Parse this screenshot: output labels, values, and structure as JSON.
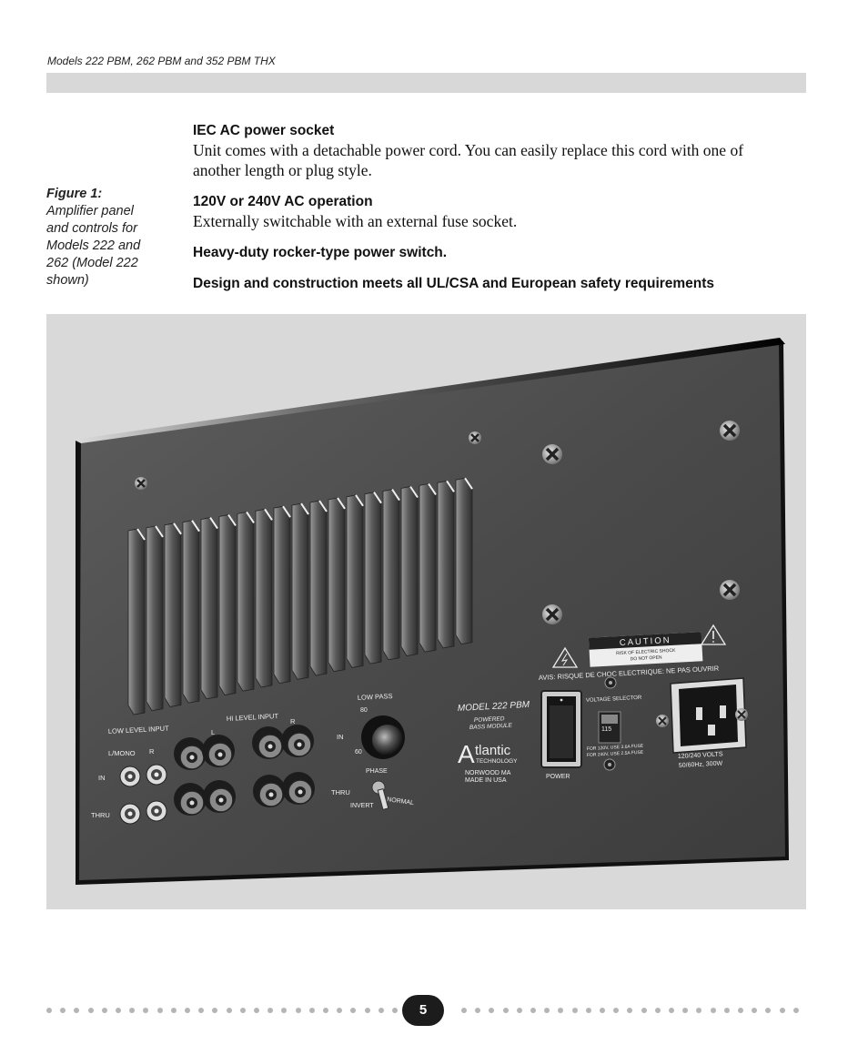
{
  "header": {
    "running_title": "Models 222 PBM, 262 PBM and 352 PBM THX"
  },
  "caption": {
    "title": "Figure 1:",
    "text": "Amplifier panel and controls for Models 222 and 262 (Model 222 shown)"
  },
  "features": [
    {
      "heading": "IEC AC power socket",
      "body": "Unit comes with a detachable power cord. You can easily replace this cord with one of another length or plug style."
    },
    {
      "heading": "120V or 240V AC operation",
      "body": "Externally switchable with an external fuse socket."
    },
    {
      "heading": "Heavy-duty rocker-type power switch.",
      "body": ""
    },
    {
      "heading": "Design and construction meets all UL/CSA and European safety requirements",
      "body": ""
    }
  ],
  "panel": {
    "low_level_input": "LOW LEVEL INPUT",
    "l_mono": "L/MONO",
    "r": "R",
    "in": "IN",
    "thru": "THRU",
    "hi_level_input": "HI LEVEL INPUT",
    "hi_l": "L",
    "hi_r": "R",
    "hi_in": "IN",
    "hi_thru": "THRU",
    "low_pass": "LOW PASS",
    "lp_80": "80",
    "lp_60": "60",
    "phase": "PHASE",
    "invert": "INVERT",
    "normal": "NORMAL",
    "model": "MODEL 222 PBM",
    "powered": "POWERED",
    "bass_module": "BASS MODULE",
    "brand_a": "A",
    "brand_rest": "tlantic",
    "technology": "TECHNOLOGY",
    "norwood": "NORWOOD MA",
    "made_in": "MADE IN USA",
    "caution": "CAUTION",
    "risk1": "RISK OF ELECTRIC SHOCK",
    "risk2": "DO NOT OPEN",
    "avis": "AVIS: RISQUE DE CHOC ELECTRIQUE: NE PAS OUVRIR",
    "power": "POWER",
    "voltage_selector": "VOLTAGE SELECTOR",
    "v115": "115",
    "fuse1": "FOR 120V, USE 3.6A FUSE",
    "fuse2": "FOR 240V, USE 2.5A FUSE",
    "volts": "120/240 VOLTS",
    "hz": "50/60Hz, 300W"
  },
  "footer": {
    "page_number": "5"
  }
}
